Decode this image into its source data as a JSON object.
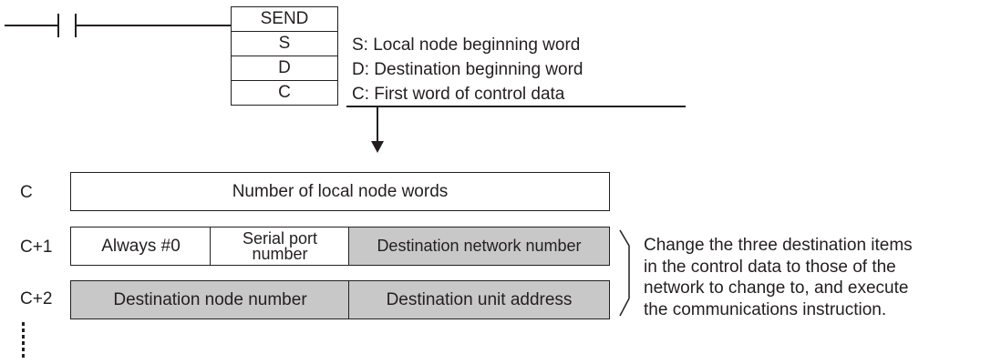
{
  "instruction": {
    "name": "SEND",
    "operands": [
      {
        "symbol": "S",
        "description": "S: Local node beginning word"
      },
      {
        "symbol": "D",
        "description": "D: Destination beginning word"
      },
      {
        "symbol": "C",
        "description": "C: First word of control data"
      }
    ]
  },
  "control_data": {
    "rows": [
      {
        "label": "C",
        "cells": [
          "Number of local node words"
        ]
      },
      {
        "label": "C+1",
        "cells": [
          "Always #0",
          "Serial port\nnumber",
          "Destination network number"
        ]
      },
      {
        "label": "C+2",
        "cells": [
          "Destination node number",
          "Destination unit address"
        ]
      }
    ]
  },
  "note": "Change the three destination items\nin the control data to those of the\nnetwork to change to, and execute\nthe communications instruction."
}
